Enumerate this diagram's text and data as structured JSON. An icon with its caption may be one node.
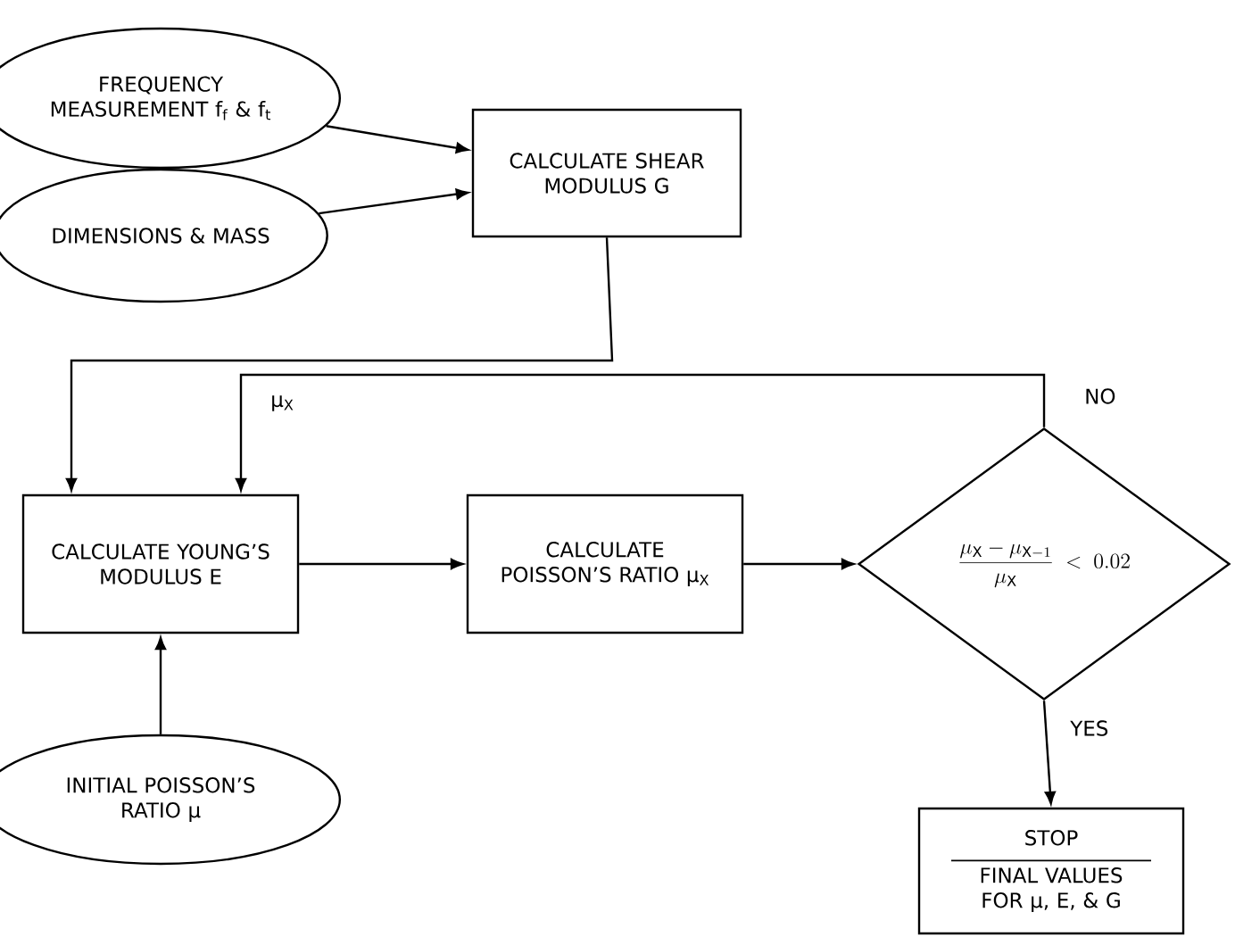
{
  "diagram": {
    "nodes": [
      {
        "text": [
          "FREQUENCY MEASUREMENT f$_{f}$ & f$_{t}$"
        ]
      },
      {
        "text": [
          "DIMENSIONS & MASS"
        ]
      },
      {
        "text": [
          "CALCULATE SHEAR MODULUS G"
        ]
      },
      {
        "text": [
          "CALCULATE YOUNG’S MODULUS E"
        ]
      },
      {
        "text": [
          "CALCULATE POISSON’S RATIO μ$_{X}$"
        ]
      },
      {
        "text": [
          "\\frac{\\mu_{\\mathrm{X}} - \\mu_{\\mathrm{X}-1}}{\\mu_{\\mathrm{X}}} < 0.02"
        ]
      },
      {
        "text": [
          "INITIAL POISSON’S RATIO μ"
        ]
      },
      {
        "text": [
          "STOP",
          "FINAL VALUES FOR μ, E, & G"
        ]
      }
    ],
    "edges": [
      {
        "from": 0,
        "to": 2,
        "arrow": "to"
      },
      {
        "from": 1,
        "to": 2,
        "arrow": "to"
      },
      {
        "from": 2,
        "to": 3,
        "arrow": "to"
      },
      {
        "from": 3,
        "to": 4,
        "arrow": "to"
      },
      {
        "from": 4,
        "to": 5,
        "arrow": "to"
      },
      {
        "from": 5,
        "to": 3,
        "arrow": "to",
        "label": "NO"
      },
      {
        "from": 6,
        "to": 3,
        "arrow": "to"
      },
      {
        "from": 5,
        "to": 7,
        "arrow": "to",
        "label": "YES"
      }
    ],
    "labels": [
      "μ$_{X}$"
    ]
  }
}
